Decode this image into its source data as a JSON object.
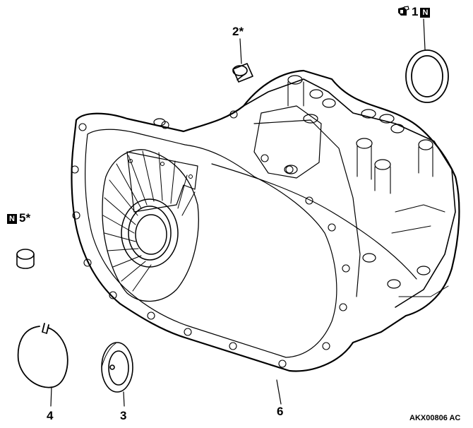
{
  "callouts": {
    "p1": {
      "number": "1",
      "badge": "N"
    },
    "p2": {
      "number": "2*"
    },
    "p3": {
      "number": "3"
    },
    "p4": {
      "number": "4"
    },
    "p5": {
      "number": "5*",
      "badge": "N"
    },
    "p6": {
      "number": "6"
    }
  },
  "reference_code": "AKX00806 AC",
  "icons": {
    "p1_tool": "sealant-grease-icon",
    "new_part": "new-part-badge-icon"
  },
  "colors": {
    "ink": "#000000",
    "paper": "#ffffff"
  }
}
